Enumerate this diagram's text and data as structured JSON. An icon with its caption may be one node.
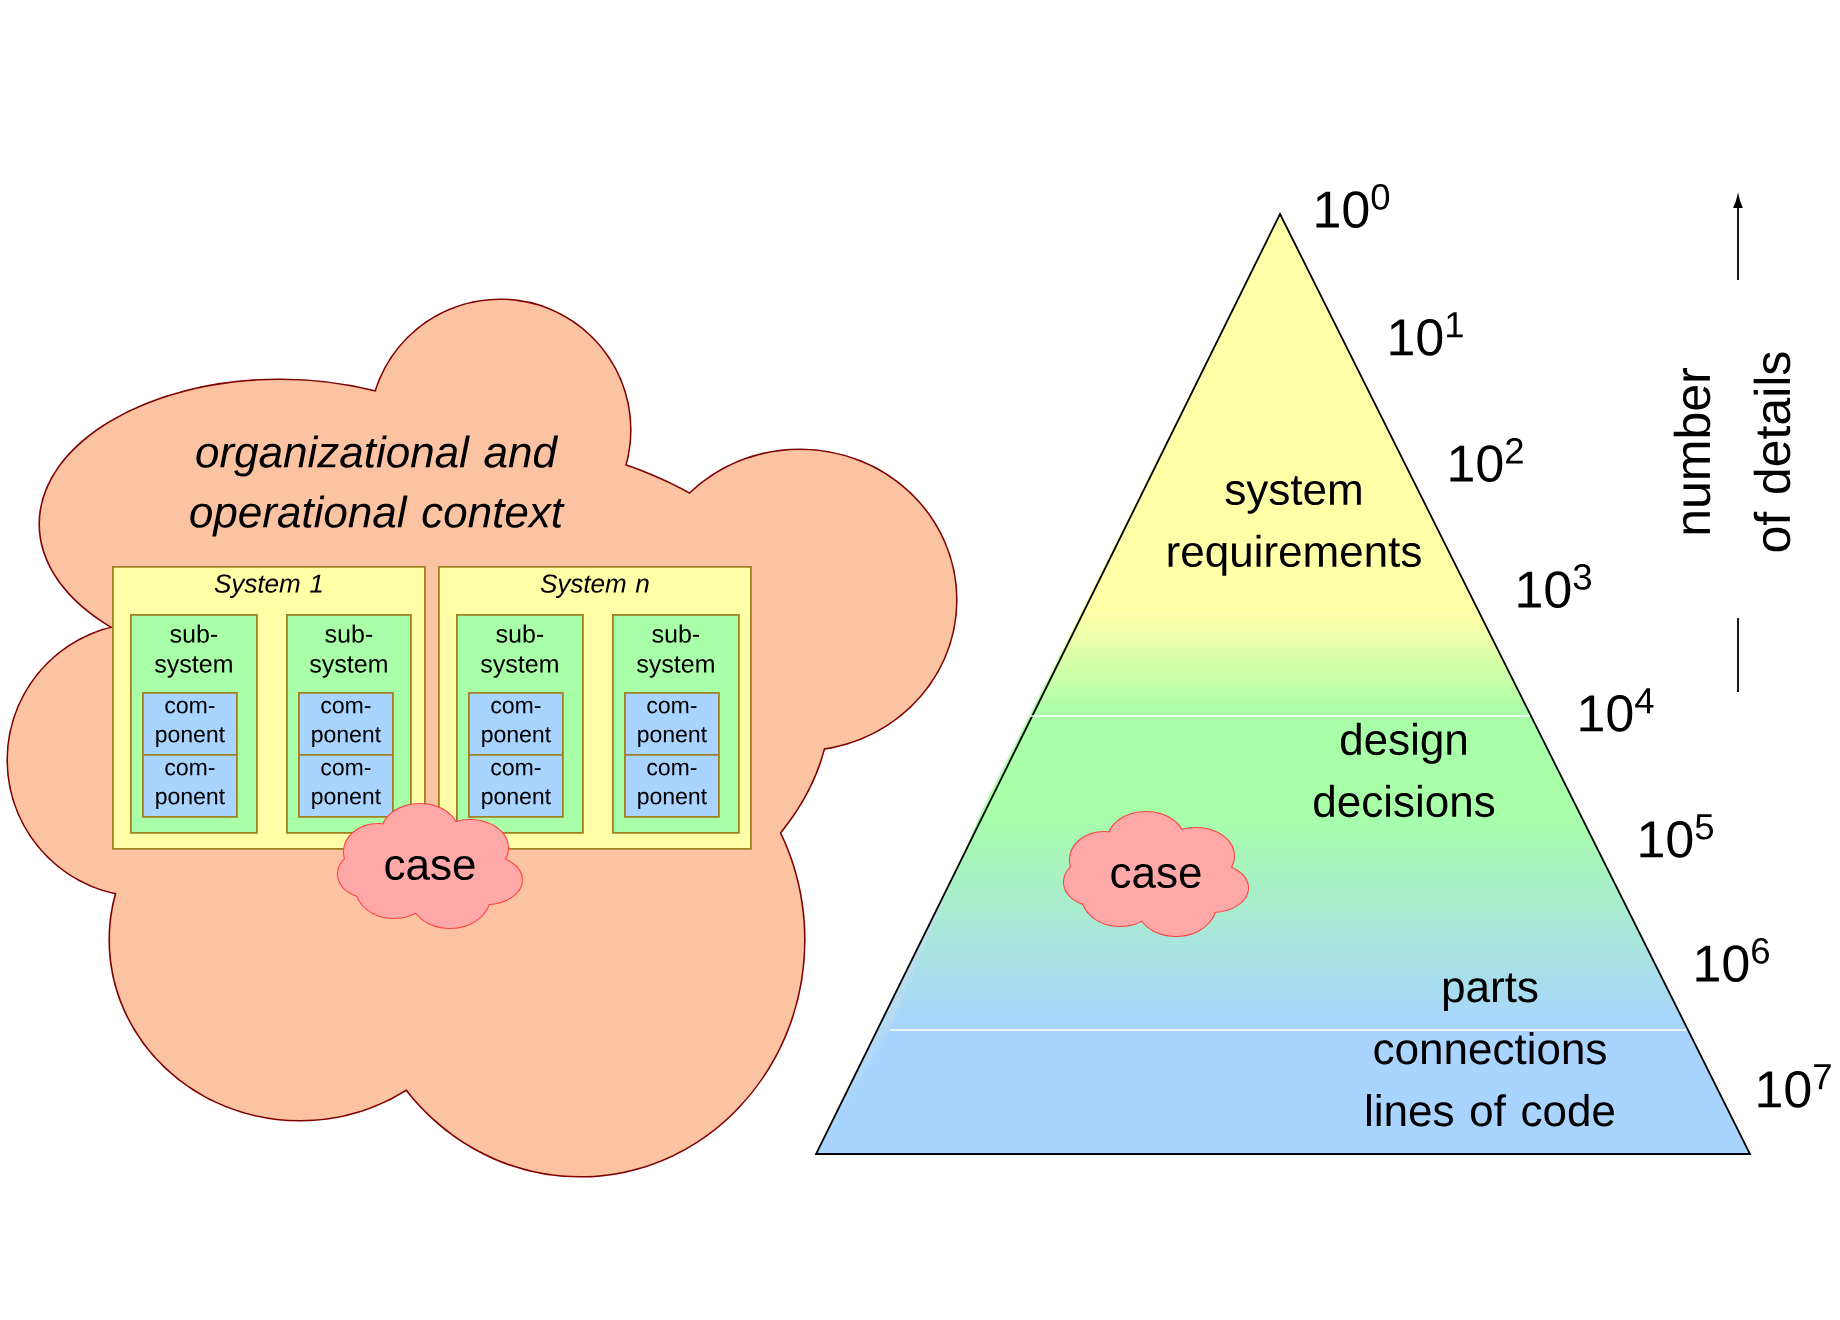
{
  "diagram": {
    "nodes": [
      {
        "text": [
          "organizational and operational context"
        ]
      },
      {
        "text": [
          "System 1"
        ],
        "in": 0
      },
      {
        "text": [
          "sub- system"
        ],
        "in": 1
      },
      {
        "text": [
          "com- ponent"
        ],
        "in": 2
      },
      {
        "text": [
          "com- ponent"
        ],
        "in": 2
      },
      {
        "text": [
          "sub- system"
        ],
        "in": 1
      },
      {
        "text": [
          "com- ponent"
        ],
        "in": 5
      },
      {
        "text": [
          "com- ponent"
        ],
        "in": 5
      },
      {
        "text": [
          "System n"
        ],
        "in": 0
      },
      {
        "text": [
          "sub- system"
        ],
        "in": 8
      },
      {
        "text": [
          "com- ponent"
        ],
        "in": 9
      },
      {
        "text": [
          "com- ponent"
        ],
        "in": 9
      },
      {
        "text": [
          "sub- system"
        ],
        "in": 8
      },
      {
        "text": [
          "com- ponent"
        ],
        "in": 12
      },
      {
        "text": [
          "com- ponent"
        ],
        "in": 12
      },
      {
        "text": [
          "case"
        ],
        "in": 0
      },
      {
        "text": [
          "system requirements",
          "design decisions",
          "parts connections lines of code"
        ]
      },
      {
        "text": [
          "case"
        ],
        "in": 16
      }
    ],
    "labels": [
      "10$^{0}$",
      "10$^{1}$",
      "10$^{2}$",
      "10$^{3}$",
      "10$^{4}$",
      "10$^{5}$",
      "10$^{6}$",
      "10$^{7}$",
      "number of details"
    ]
  }
}
